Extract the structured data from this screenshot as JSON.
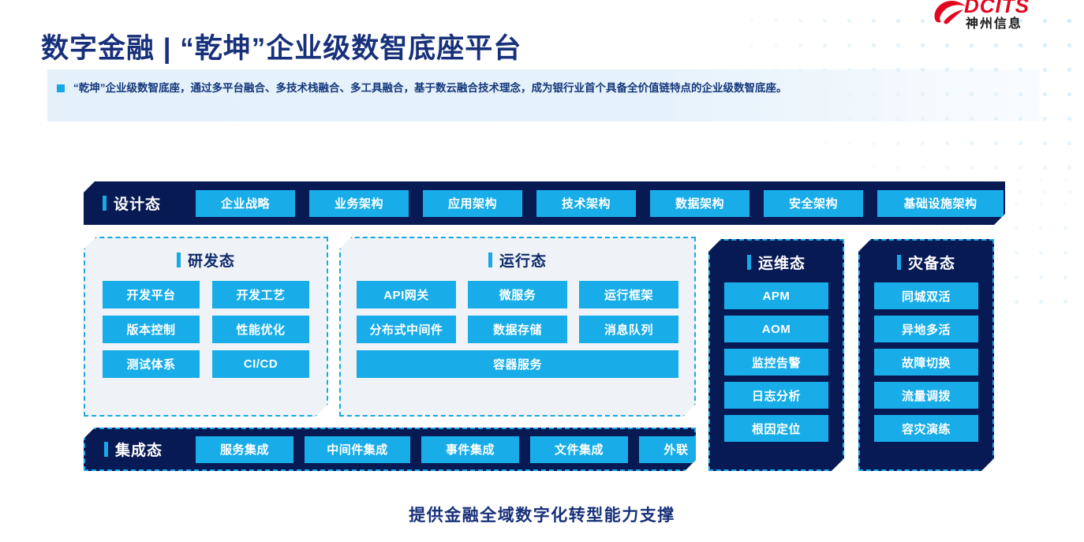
{
  "logo": {
    "mark": "swoosh-mark",
    "brand": "DCITS",
    "brand_cn": "神州信息",
    "color": "#e2071f"
  },
  "header": {
    "title": "数字金融 | “乾坤”企业级数智底座平台",
    "subtitle": "“乾坤”企业级数智底座，通过多平台融合、多技术栈融合、多工具融合，基于数云融合技术理念，成为银行业首个具备全价值链特点的企业级数智底座。",
    "bullet_color": "#17a8e8",
    "band_color": "#e4f1fb",
    "title_color": "#17307a"
  },
  "architecture": {
    "design": {
      "label": "设计态",
      "items": [
        "企业战略",
        "业务架构",
        "应用架构",
        "技术架构",
        "数据架构",
        "安全架构",
        "基础设施架构"
      ]
    },
    "dev": {
      "label": "研发态",
      "rows": [
        [
          "开发平台",
          "开发工艺"
        ],
        [
          "版本控制",
          "性能优化"
        ],
        [
          "测试体系",
          "CI/CD"
        ]
      ]
    },
    "run": {
      "label": "运行态",
      "rows": [
        [
          "API网关",
          "微服务",
          "运行框架"
        ],
        [
          "分布式中间件",
          "数据存储",
          "消息队列"
        ],
        [
          "容器服务"
        ]
      ]
    },
    "ops": {
      "label": "运维态",
      "items": [
        "APM",
        "AOM",
        "监控告警",
        "日志分析",
        "根因定位"
      ]
    },
    "dr": {
      "label": "灾备态",
      "items": [
        "同城双活",
        "异地多活",
        "故障切换",
        "流量调拨",
        "容灾演练"
      ]
    },
    "integration": {
      "label": "集成态",
      "items": [
        "服务集成",
        "中间件集成",
        "事件集成",
        "文件集成",
        "外联"
      ]
    },
    "colors": {
      "navy": "#071a54",
      "cyan": "#18ade9",
      "panel": "#eff3f7",
      "dashed": "#17a8e8"
    }
  },
  "footer": {
    "text": "提供金融全域数字化转型能力支撑"
  }
}
